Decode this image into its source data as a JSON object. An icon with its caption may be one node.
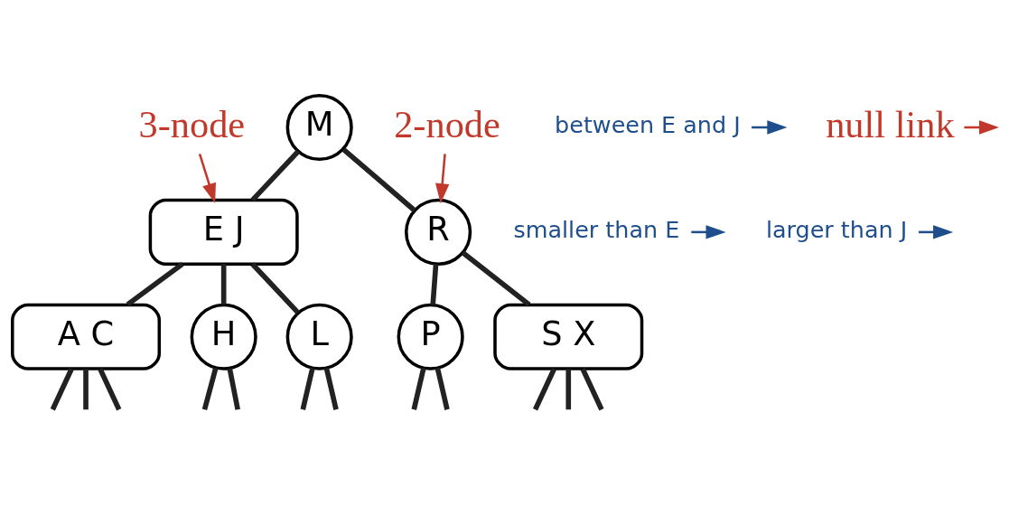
{
  "diagram": {
    "nodes": [
      {
        "text": [
          "3-node"
        ]
      },
      {
        "text": [
          "M"
        ]
      },
      {
        "text": [
          "2-node"
        ]
      },
      {
        "text": [
          "smaller than E"
        ]
      },
      {
        "text": [
          "E J"
        ]
      },
      {
        "text": [
          "larger than J"
        ]
      },
      {
        "text": [
          "R"
        ]
      },
      {
        "text": [
          "A C"
        ]
      },
      {
        "text": [
          "H"
        ]
      },
      {
        "text": [
          "L"
        ]
      },
      {
        "text": [
          "P"
        ]
      },
      {
        "text": [
          "S X"
        ]
      },
      {
        "text": [
          "between E and J"
        ]
      },
      {
        "text": [
          "null link"
        ]
      }
    ],
    "edges": [
      {
        "from": 1,
        "to": 4,
        "arrow": "none"
      },
      {
        "from": 1,
        "to": 6,
        "arrow": "none"
      },
      {
        "from": 4,
        "to": 7,
        "arrow": "none"
      },
      {
        "from": 4,
        "to": 8,
        "arrow": "none"
      },
      {
        "from": 4,
        "to": 9,
        "arrow": "none"
      },
      {
        "from": 6,
        "to": 10,
        "arrow": "none"
      },
      {
        "from": 6,
        "to": 11,
        "arrow": "none"
      },
      {
        "from": 7,
        "to": null,
        "arrow": "none"
      },
      {
        "from": 7,
        "to": null,
        "arrow": "none"
      },
      {
        "from": 7,
        "to": null,
        "arrow": "none"
      },
      {
        "from": 8,
        "to": null,
        "arrow": "none"
      },
      {
        "from": 8,
        "to": null,
        "arrow": "none"
      },
      {
        "from": 9,
        "to": null,
        "arrow": "none"
      },
      {
        "from": 9,
        "to": null,
        "arrow": "none"
      },
      {
        "from": 10,
        "to": null,
        "arrow": "none"
      },
      {
        "from": 10,
        "to": null,
        "arrow": "none"
      },
      {
        "from": 11,
        "to": null,
        "arrow": "none"
      },
      {
        "from": 11,
        "to": null,
        "arrow": "none"
      },
      {
        "from": 11,
        "to": null,
        "arrow": "none"
      },
      {
        "from": 0,
        "to": 4,
        "arrow": "to",
        "color": "#c0392b"
      },
      {
        "from": 2,
        "to": 6,
        "arrow": "to",
        "color": "#c0392b"
      },
      {
        "from": 3,
        "to": null,
        "arrow": "to",
        "color": "#1f4e8c"
      },
      {
        "from": 5,
        "to": null,
        "arrow": "to",
        "color": "#1f4e8c"
      },
      {
        "from": 12,
        "to": null,
        "arrow": "to",
        "color": "#1f4e8c"
      },
      {
        "from": 13,
        "to": null,
        "arrow": "to",
        "color": "#c0392b"
      }
    ]
  }
}
